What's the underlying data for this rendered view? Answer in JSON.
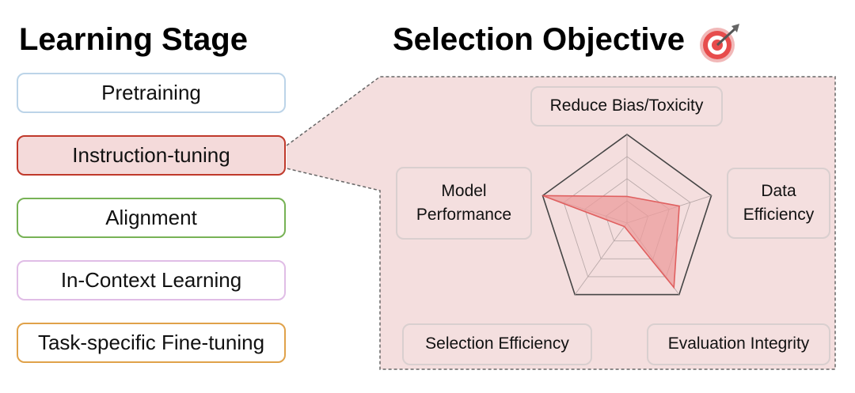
{
  "headings": {
    "learning_stage": "Learning Stage",
    "selection_objective": "Selection Objective"
  },
  "target_icon": "target-dart-icon",
  "stages": [
    {
      "label": "Pretraining",
      "border_color": "#bcd4e8",
      "fill": "#ffffff",
      "selected": false
    },
    {
      "label": "Instruction-tuning",
      "border_color": "#c0392b",
      "fill": "#f4dada",
      "selected": true
    },
    {
      "label": "Alignment",
      "border_color": "#77b255",
      "fill": "#ffffff",
      "selected": false
    },
    {
      "label": "In-Context Learning",
      "border_color": "#e0bde6",
      "fill": "#ffffff",
      "selected": false
    },
    {
      "label": "Task-specific Fine-tuning",
      "border_color": "#e0a24a",
      "fill": "#ffffff",
      "selected": false
    }
  ],
  "objectives": {
    "reduce_bias": "Reduce Bias/Toxicity",
    "data_efficiency": "Data\nEfficiency",
    "evaluation_integrity": "Evaluation Integrity",
    "selection_efficiency": "Selection Efficiency",
    "model_performance": "Model\nPerformance"
  },
  "radar": {
    "axes_order": [
      "Reduce Bias/Toxicity",
      "Data Efficiency",
      "Evaluation Integrity",
      "Selection Efficiency",
      "Model Performance"
    ],
    "values": [
      0.3,
      0.62,
      0.9,
      0.05,
      1.0
    ],
    "levels": 4,
    "fill_color": "#ec9c9c",
    "stroke_color": "#e06060"
  },
  "colors": {
    "panel_fill": "#f4dede",
    "panel_border": "#666666"
  }
}
